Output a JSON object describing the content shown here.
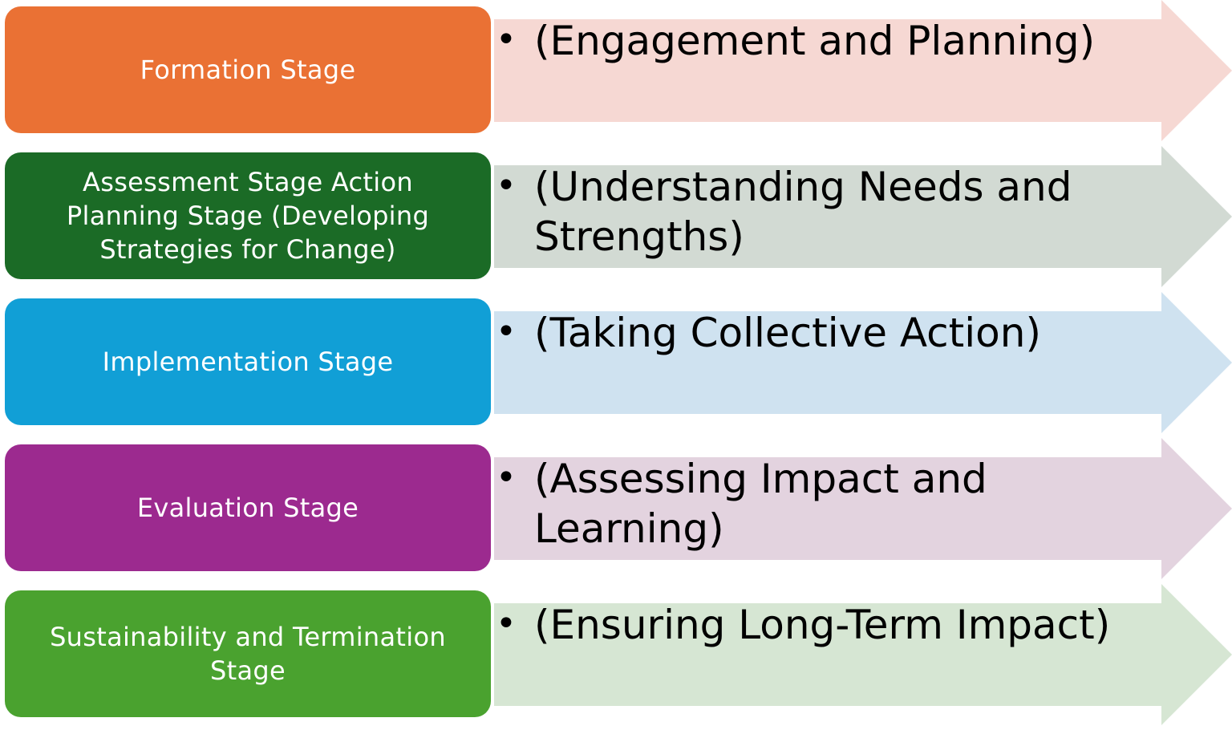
{
  "stages": [
    {
      "label": "Formation Stage",
      "description": "(Engagement and Planning)",
      "box_color": "#EA7134",
      "arrow_color": "#F6D8D3"
    },
    {
      "label": "Assessment Stage Action Planning Stage (Developing Strategies for Change)",
      "description": "(Understanding Needs and Strengths)",
      "box_color": "#1B6B26",
      "arrow_color": "#D2DAD3"
    },
    {
      "label": "Implementation Stage",
      "description": "(Taking Collective Action)",
      "box_color": "#119FD6",
      "arrow_color": "#CFE2F0"
    },
    {
      "label": "Evaluation Stage",
      "description": "(Assessing Impact and Learning)",
      "box_color": "#9C2A8F",
      "arrow_color": "#E3D3DF"
    },
    {
      "label": "Sustainability and Termination Stage",
      "description": "(Ensuring Long-Term Impact)",
      "box_color": "#4AA22F",
      "arrow_color": "#D6E6D3"
    }
  ]
}
